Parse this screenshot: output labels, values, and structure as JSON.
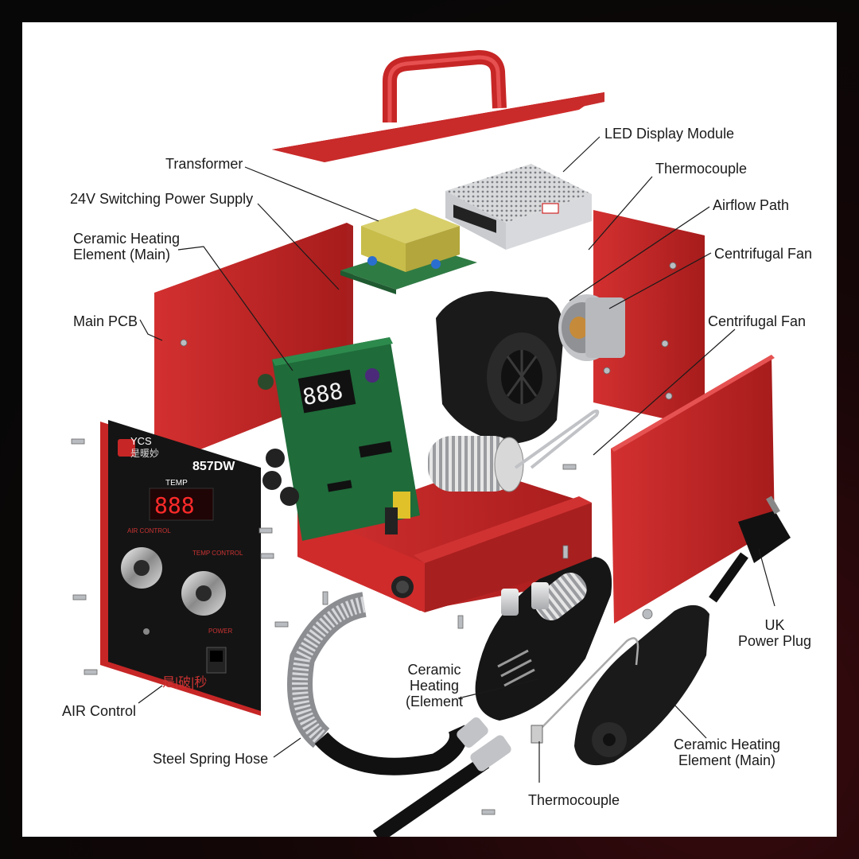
{
  "panel": {
    "brand": "YCS",
    "brand_sub": "是暖妙",
    "model": "857DW",
    "temp_label": "TEMP",
    "display_value": "888",
    "air_control_label": "AIR CONTROL",
    "temp_control_label": "TEMP CONTROL",
    "power_label": "POWER",
    "footer_text": "是|破|秒"
  },
  "pcb_display_value": "888",
  "labels": {
    "transformer": "Transformer",
    "switching_ps": "24V Switching Power Supply",
    "ceramic_main_top_1": "Ceramic Heating",
    "ceramic_main_top_2": "Element (Main)",
    "main_pcb": "Main PCB",
    "led_display": "LED Display Module",
    "thermocouple_top": "Thermocouple",
    "airflow_path": "Airflow Path",
    "centrifugal_fan_1": "Centrifugal Fan",
    "centrifugal_fan_2": "Centrifugal Fan",
    "uk_plug_1": "UK",
    "uk_plug_2": "Power Plug",
    "ceramic_element_1": "Ceramic",
    "ceramic_element_2": "Heating",
    "ceramic_element_3": "(Element",
    "air_control": "AIR Control",
    "steel_spring_hose": "Steel Spring Hose",
    "thermocouple_bottom": "Thermocouple",
    "ceramic_main_bottom_1": "Ceramic Heating",
    "ceramic_main_bottom_2": "Element (Main)"
  },
  "colors": {
    "chassis_red": "#cf2b2b",
    "panel_black": "#141414",
    "pcb_green": "#1f6b3a",
    "led_red": "#ff2a2a"
  }
}
